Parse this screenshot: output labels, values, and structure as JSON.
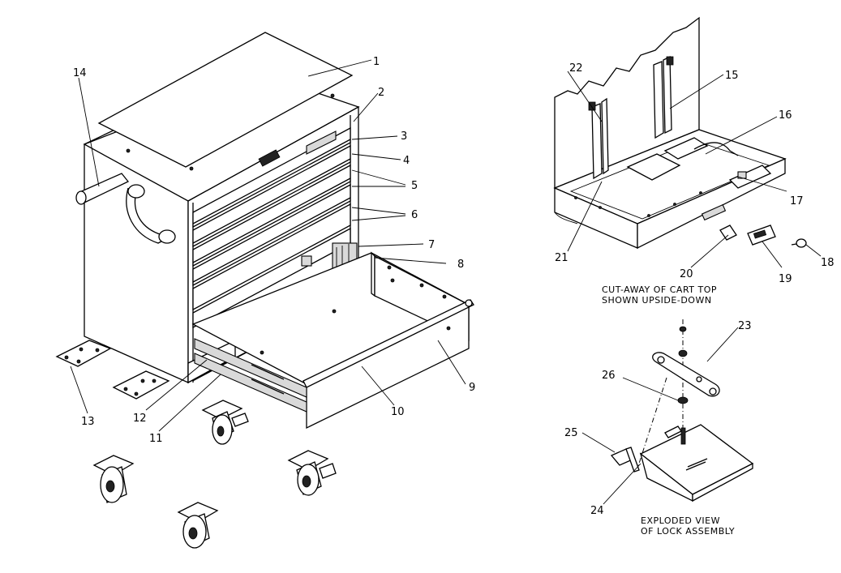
{
  "diagram": {
    "callouts": [
      "1",
      "2",
      "3",
      "4",
      "5",
      "6",
      "7",
      "8",
      "9",
      "10",
      "11",
      "12",
      "13",
      "14",
      "15",
      "16",
      "17",
      "18",
      "19",
      "20",
      "21",
      "22",
      "23",
      "24",
      "25",
      "26"
    ],
    "captions": {
      "cart_top_line1": "CUT-AWAY OF CART TOP",
      "cart_top_line2": "SHOWN UPSIDE-DOWN",
      "lock_line1": "EXPLODED VIEW",
      "lock_line2": "OF LOCK ASSEMBLY"
    }
  }
}
